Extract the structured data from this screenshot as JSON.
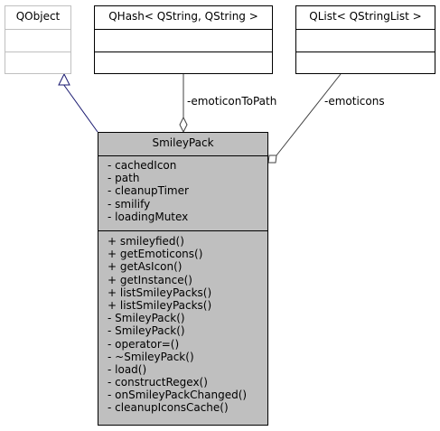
{
  "classes": {
    "qobject": {
      "name": "QObject"
    },
    "qhash": {
      "name": "QHash< QString, QString >"
    },
    "qlist": {
      "name": "QList< QStringList >"
    },
    "smileypack": {
      "name": "SmileyPack",
      "attributes": [
        "- cachedIcon",
        "- path",
        "- cleanupTimer",
        "- smilify",
        "- loadingMutex"
      ],
      "methods": [
        "+ smileyfied()",
        "+ getEmoticons()",
        "+ getAsIcon()",
        "+ getInstance()",
        "+ listSmileyPacks()",
        "+ listSmileyPacks()",
        "- SmileyPack()",
        "- SmileyPack()",
        "- operator=()",
        "- ~SmileyPack()",
        "- load()",
        "- constructRegex()",
        "- onSmileyPackChanged()",
        "- cleanupIconsCache()"
      ]
    }
  },
  "edges": {
    "inheritance": {
      "from": "SmileyPack",
      "to": "QObject",
      "kind": "inheritance",
      "color": "#191970"
    },
    "emoticonToPath": {
      "label": "-emoticonToPath",
      "kind": "aggregation",
      "color": "#404040"
    },
    "emoticons": {
      "label": "-emoticons",
      "kind": "aggregation",
      "color": "#404040"
    }
  }
}
